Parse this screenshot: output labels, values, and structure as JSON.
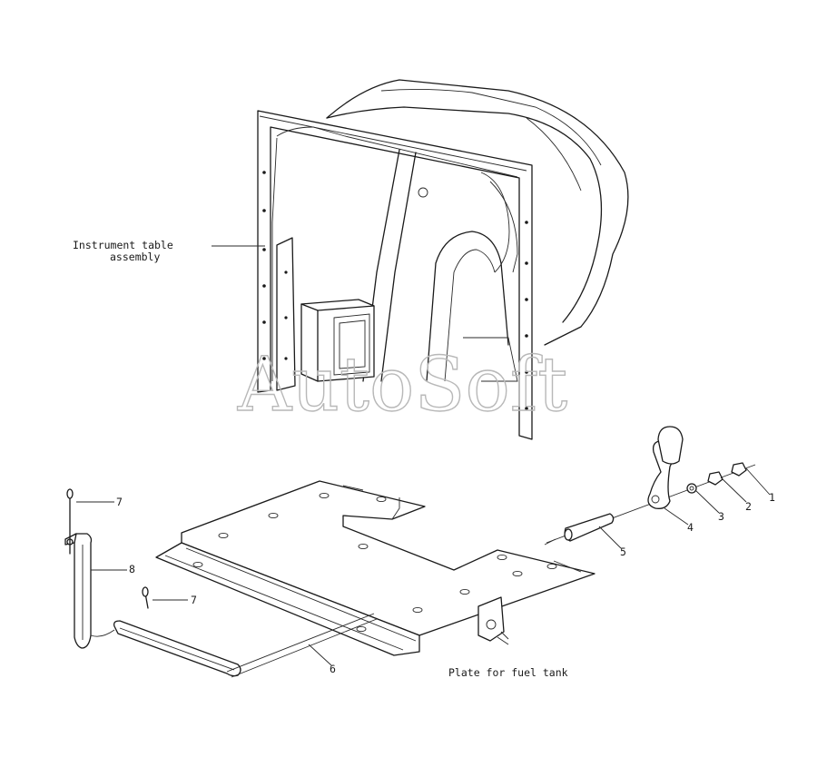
{
  "watermark": "AutoSoft",
  "labels": {
    "instrument_table_line1": "Instrument table",
    "instrument_table_line2": "assembly",
    "fuel_plate": "Plate for fuel tank"
  },
  "callouts": [
    "1",
    "2",
    "3",
    "4",
    "5",
    "6",
    "7",
    "8",
    "7"
  ]
}
